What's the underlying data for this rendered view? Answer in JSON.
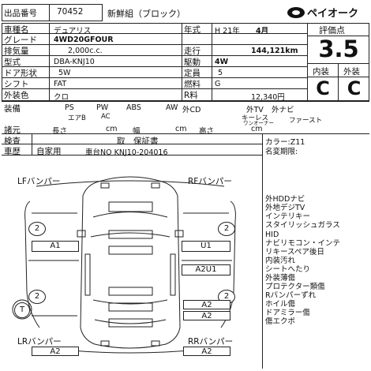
{
  "header": {
    "lot_label": "出品番号",
    "lot_number": "70452",
    "category": "新鮮組（ブロック）",
    "brand": "ペイオーク"
  },
  "vehicle": {
    "name_label": "車種名",
    "name": "デュアリス",
    "grade_label": "グレード",
    "grade": "4WD20GFOUR",
    "displacement_label": "排気量",
    "displacement": "2,000c.c.",
    "model_label": "型式",
    "model": "DBA-KNJ10",
    "doors_label": "ドア形状",
    "doors": "5W",
    "shift_label": "シフト",
    "shift": "FAT",
    "color_label": "外装色",
    "color": "クロ",
    "year_label": "年式",
    "year": "H 21年",
    "month": "4月",
    "mileage_label": "走行",
    "mileage": "144,121km",
    "drive_label": "駆動",
    "drive": "4W",
    "capacity_label": "定員",
    "capacity": "5",
    "fuel_label": "燃料",
    "fuel": "G",
    "tax_label": "R料",
    "tax": "12,340円"
  },
  "scores": {
    "total_label": "評価点",
    "total": "3.5",
    "interior_label": "内装",
    "interior": "C",
    "exterior_label": "外装",
    "exterior": "C"
  },
  "equipment": {
    "label": "装備",
    "row1": [
      "PS",
      "PW",
      "ABS",
      "AW",
      "外CD",
      "外TV",
      "外ナビ"
    ],
    "row2": [
      "エアB",
      "AC",
      "キーレス",
      "ファースト"
    ],
    "row2_sub": "ワンオーナー",
    "dims_label": "諸元",
    "length_label": "長さ",
    "width_label": "幅",
    "height_label": "高さ",
    "unit": "cm"
  },
  "inspection": {
    "label": "検査",
    "warranty": "取　保証書",
    "usage_label": "車歴",
    "usage": "自家用",
    "chassis": "車台NO KNJ10-204016",
    "color_code": "カラー:Z11",
    "transfer": "名変期限:"
  },
  "diagram": {
    "lf": "LFバンパー",
    "rf": "RFバンパー",
    "lr": "LRバンパー",
    "rr": "RRバンパー",
    "marks": {
      "a1": "A1",
      "u1": "U1",
      "a2u1": "A2U1",
      "a2_r1": "A2",
      "a2_r2": "A2",
      "a2_lr": "A2",
      "a2_rr": "A2",
      "c2_fl": "2",
      "c2_fr": "2",
      "c2_rl": "2",
      "c2_rr": "2",
      "t": "T"
    }
  },
  "notes": [
    "外HDDナビ",
    "外地デジTV",
    "インテリキー",
    "スタイリッシュガラス",
    "HID",
    "ナビリモコン・インテ",
    "リキースペア後日",
    "内装汚れ",
    "シートへたり",
    "外装薄傷",
    "プロテクター類傷",
    "Rバンパーずれ",
    "ホイル傷",
    "ドアミラー傷",
    "傷エクボ"
  ]
}
